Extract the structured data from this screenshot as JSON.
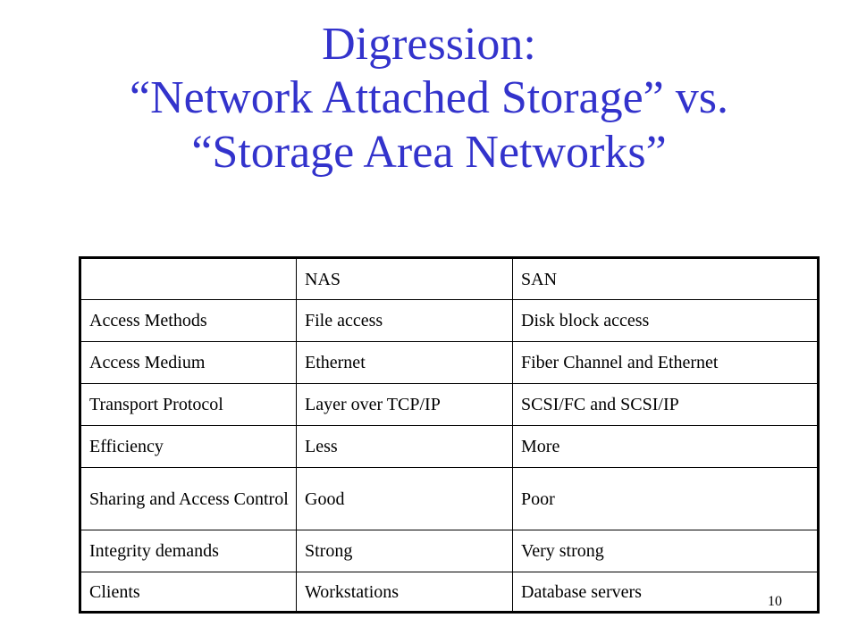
{
  "slide": {
    "title_lines": [
      "Digression:",
      "“Network Attached Storage” vs.",
      "“Storage Area Networks”"
    ],
    "page_number": "10",
    "colors": {
      "title": "#3333cc",
      "text": "#000000",
      "background": "#ffffff"
    }
  },
  "table": {
    "header": [
      "",
      "NAS",
      "SAN"
    ],
    "rows": [
      [
        "Access Methods",
        "File access",
        "Disk block access"
      ],
      [
        "Access Medium",
        "Ethernet",
        "Fiber Channel and Ethernet"
      ],
      [
        "Transport Protocol",
        "Layer over TCP/IP",
        "SCSI/FC and SCSI/IP"
      ],
      [
        "Efficiency",
        "Less",
        "More"
      ],
      [
        "Sharing and Access Control",
        "Good",
        "Poor"
      ],
      [
        "Integrity demands",
        "Strong",
        "Very strong"
      ],
      [
        "Clients",
        "Workstations",
        "Database servers"
      ]
    ]
  }
}
